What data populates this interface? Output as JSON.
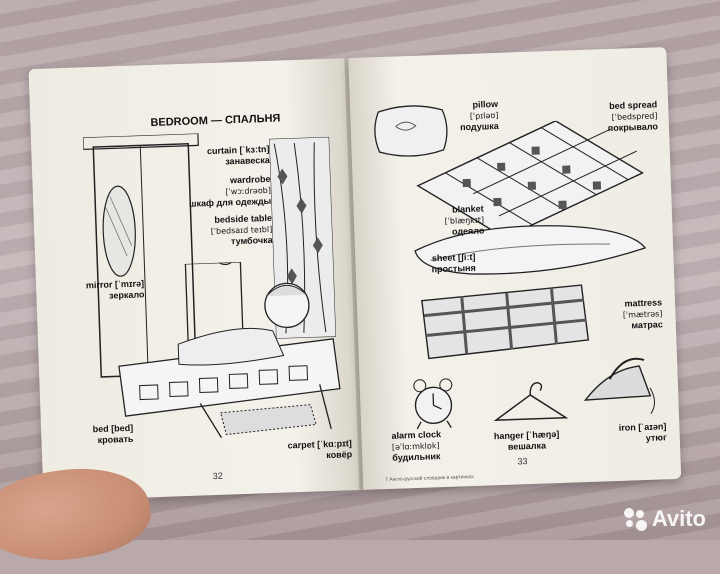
{
  "left_page": {
    "title": "BEDROOM — СПАЛЬНЯ",
    "page_number": "32",
    "labels": {
      "curtain_en": "curtain [ˈkɜːtn]",
      "curtain_ru": "занавеска",
      "wardrobe_en": "wardrobe",
      "wardrobe_ipa": "[ˈwɔːdrəʊb]",
      "wardrobe_ru": "шкаф для одежды",
      "bedside_en": "bedside table",
      "bedside_ipa": "[ˈbedsaɪd teɪbl]",
      "bedside_ru": "тумбочка",
      "mirror_en": "mirror [ˈmɪrə]",
      "mirror_ru": "зеркало",
      "bed_en": "bed [bed]",
      "bed_ru": "кровать",
      "carpet_en": "carpet [ˈkɑːpɪt]",
      "carpet_ru": "ковёр"
    }
  },
  "right_page": {
    "page_number": "33",
    "footnote": "7 Англо-русский словарик в картинках",
    "labels": {
      "pillow_en": "pillow",
      "pillow_ipa": "[ˈpɪləʊ]",
      "pillow_ru": "подушка",
      "bedspread_en": "bed spread",
      "bedspread_ipa": "[ˈbedspred]",
      "bedspread_ru": "покрывало",
      "blanket_en": "blanket",
      "blanket_ipa": "[ˈblæŋkɪt]",
      "blanket_ru": "одеяло",
      "sheet_en": "sheet [ʃiːt]",
      "sheet_ru": "простыня",
      "mattress_en": "mattress",
      "mattress_ipa": "[ˈmætrəs]",
      "mattress_ru": "матрас",
      "alarm_en": "alarm clock",
      "alarm_ipa": "[əˈlɑːmklɒk]",
      "alarm_ru": "будильник",
      "hanger_en": "hanger [ˈhæŋə]",
      "hanger_ru": "вешалка",
      "iron_en": "iron [ˈaɪən]",
      "iron_ru": "утюг"
    }
  },
  "watermark": "Avito"
}
